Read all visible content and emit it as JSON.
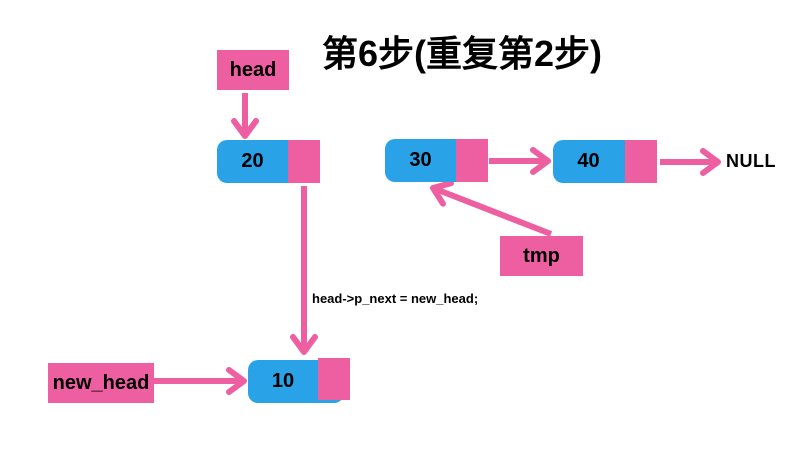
{
  "title": "第6步(重复第2步)",
  "colors": {
    "pink": "#ee5fa2",
    "blue": "#29a2e8",
    "text": "#000000",
    "background": "#ffffff"
  },
  "pointers": {
    "head": "head",
    "tmp": "tmp",
    "new_head": "new_head"
  },
  "nodes": [
    {
      "value": "20"
    },
    {
      "value": "30"
    },
    {
      "value": "40"
    },
    {
      "value": "10"
    }
  ],
  "terminator": "NULL",
  "code_annotation": "head->p_next = new_head;"
}
